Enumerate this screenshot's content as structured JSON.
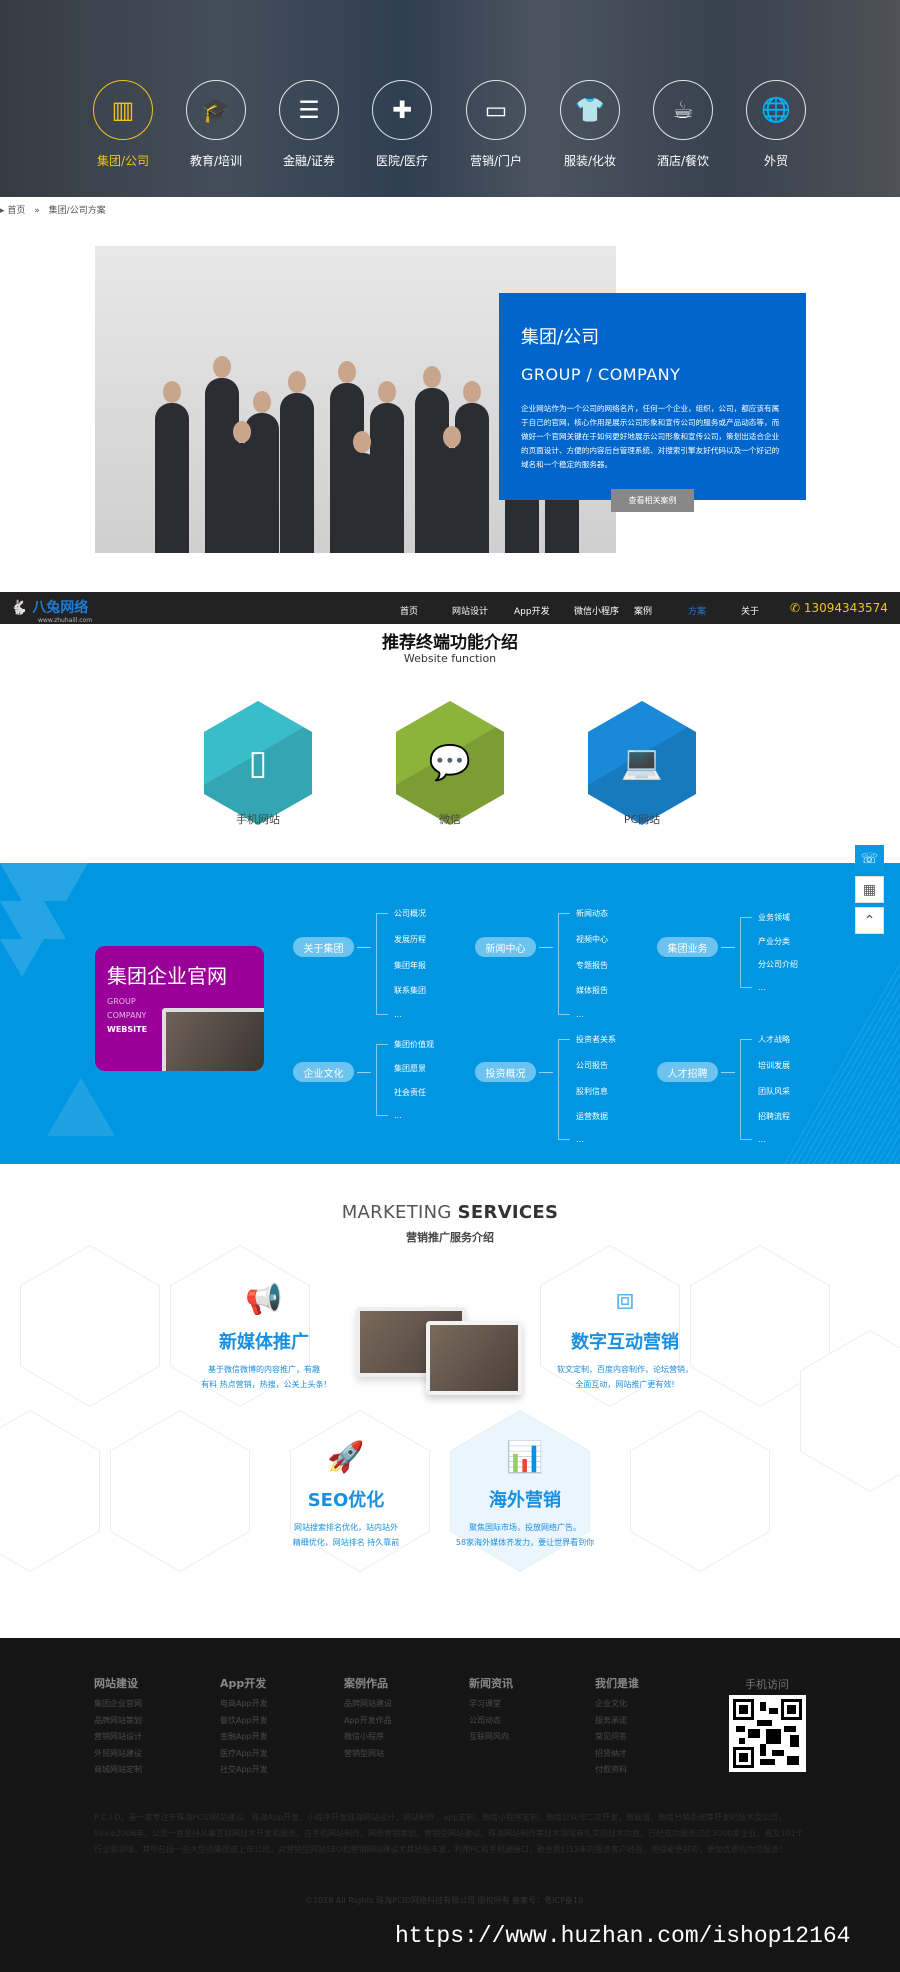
{
  "categories": [
    {
      "label": "集团/公司",
      "icon": "building-icon",
      "active": true
    },
    {
      "label": "教育/培训",
      "icon": "graduation-cap-icon"
    },
    {
      "label": "金融/证券",
      "icon": "coins-stack-icon"
    },
    {
      "label": "医院/医疗",
      "icon": "medical-kit-icon"
    },
    {
      "label": "营销/门户",
      "icon": "monitor-icon"
    },
    {
      "label": "服装/化妆",
      "icon": "tshirt-icon"
    },
    {
      "label": "酒店/餐饮",
      "icon": "coffee-cup-icon"
    },
    {
      "label": "外贸",
      "icon": "globe-icon"
    }
  ],
  "breadcrumb": {
    "home": "首页",
    "sep": "»",
    "current": "集团/公司方案"
  },
  "feature": {
    "title_cn": "集团/公司",
    "title_en": "GROUP / COMPANY",
    "desc": "企业网站作为一个公司的网络名片，任何一个企业，组织，公司，都应该有属于自己的官网，核心作用是展示公司形象和宣传公司的服务或产品动态等，而做好一个官网关键在于如何更好地展示公司形象和宣传公司，策划出适合企业的页面设计、方便的内容后台管理系统、对搜索引擎友好代码以及一个好记的域名和一个稳定的服务器。",
    "button": "查看相关案例"
  },
  "nav": {
    "logo": "八兔网络",
    "logo_url": "www.zhuhaill.com",
    "items": [
      "首页",
      "网站设计",
      "App开发",
      "微信小程序",
      "案例",
      "方案",
      "关于"
    ],
    "active_index": 5,
    "phone": "✆ 13094343574",
    "accent": "#f0c419"
  },
  "function_section": {
    "title": "推荐终端功能介绍",
    "subtitle": "Website function",
    "items": [
      {
        "label": "手机网站",
        "icon": "mobile-phone-icon",
        "color": "#3bbccb"
      },
      {
        "label": "微信",
        "icon": "wechat-icon",
        "color": "#8cb33a"
      },
      {
        "label": "PC网站",
        "icon": "laptop-icon",
        "color": "#1a8ad8"
      }
    ]
  },
  "mindmap": {
    "card_title": "集团企业官网",
    "card_lines": [
      "GROUP",
      "COMPANY",
      "WEBSITE"
    ],
    "groups": [
      {
        "label": "关于集团",
        "items": [
          "公司概况",
          "发展历程",
          "集团年报",
          "联系集团",
          "..."
        ]
      },
      {
        "label": "企业文化",
        "items": [
          "集团价值观",
          "集团愿景",
          "社会责任",
          "..."
        ]
      },
      {
        "label": "新闻中心",
        "items": [
          "新闻动态",
          "视频中心",
          "专题报告",
          "媒体报告",
          "..."
        ]
      },
      {
        "label": "投资概况",
        "items": [
          "投资者关系",
          "公司报告",
          "股利信息",
          "运营数据",
          "..."
        ]
      },
      {
        "label": "集团业务",
        "items": [
          "业务领域",
          "产业分类",
          "分公司介绍",
          "..."
        ]
      },
      {
        "label": "人才招聘",
        "items": [
          "人才战略",
          "培训发展",
          "团队风采",
          "招聘流程",
          "..."
        ]
      }
    ]
  },
  "side_tools": [
    "headset-icon",
    "qr-code-icon",
    "back-to-top-icon"
  ],
  "marketing": {
    "title_light": "MARKETING ",
    "title_bold": "SERVICES",
    "subtitle": "营销推广服务介绍",
    "services": [
      {
        "title": "新媒体推广",
        "icon": "megaphone-icon",
        "line1": "基于微信微博的内容推广，有趣",
        "line2": "有料 热点营销，热搜，公关上头条!"
      },
      {
        "title": "数字互动营销",
        "icon": "cubes-icon",
        "line1": "软文定制，百度内容制作，论坛营销，",
        "line2": "全面互动，网站推广更有效!"
      },
      {
        "title": "SEO优化",
        "icon": "rocket-icon",
        "line1": "网站搜索排名优化，站内站外",
        "line2": "精细优化，网站排名 持久靠前"
      },
      {
        "title": "海外营销",
        "icon": "bar-chart-icon",
        "line1": "聚焦国际市场，投放网络广告。",
        "line2": "58家海外媒体齐发力，要让世界看到你"
      }
    ]
  },
  "footer": {
    "columns": [
      {
        "title": "网站建设",
        "items": [
          "集团企业官网",
          "品牌网站策划",
          "营销网站设计",
          "外贸网站建设",
          "商城网站定制"
        ]
      },
      {
        "title": "App开发",
        "items": [
          "电商App开发",
          "餐饮App开发",
          "金融App开发",
          "医疗App开发",
          "社交App开发"
        ]
      },
      {
        "title": "案例作品",
        "items": [
          "品牌网站建设",
          "App开发作品",
          "微信小程序",
          "营销型网站"
        ]
      },
      {
        "title": "新闻资讯",
        "items": [
          "学习课堂",
          "公司动态",
          "互联网风向"
        ]
      },
      {
        "title": "我们是谁",
        "items": [
          "企业文化",
          "服务承诺",
          "常见问答",
          "招贤纳才",
          "付款资料"
        ]
      }
    ],
    "qr_label": "手机访问",
    "about": "P C I D，是一家专注于珠海PCID网站建设、珠海App开发、小程序开发珠海网站设计，网站制作，app定制，微信小程序定制，微信公众号二次开发，微商城，微信分销系统等开发的技术型公司，Since2006年，公司一直坚持从事互联网技术开发和服务，在手机网站制作，网络营销策划，营销型网站建设，珠海网站制作等技术领域有扎实的技术功底，已经成功服务过近3000家企业，遍及101个行业和领域，其中包括一些大型的集团或上市公司，对营销型网站SEO和营销网站建设尤其经验丰富，利用PC和手机端接口，融合我们12年的服务客户经验，相信能更好的，更加优质的为您服务！",
    "copyright": "©2018 All Rights 珠海PCID网络科技有限公司 版权所有  备案号：粤ICP备10"
  },
  "watermark": "https://www.huzhan.com/ishop12164"
}
